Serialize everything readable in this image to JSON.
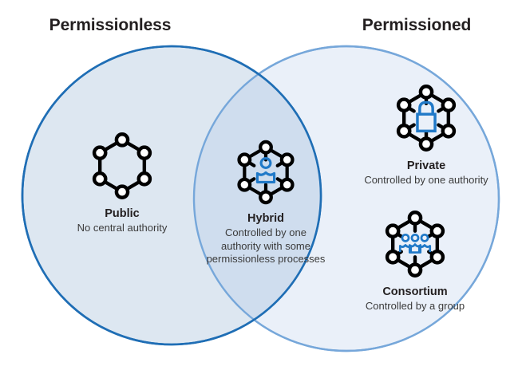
{
  "diagram": {
    "type": "venn",
    "title_left": "Permissionless",
    "title_right": "Permissioned",
    "colors": {
      "left_circle_fill": "#dce6f1",
      "left_circle_stroke": "#1f6eb5",
      "right_circle_fill": "#eaf0f9",
      "right_circle_stroke": "#76a7da",
      "overlap_fill": "#cfddee",
      "accent_blue": "#2079c8",
      "icon_black": "#000000",
      "text_color": "#231f20",
      "background": "#ffffff"
    },
    "items": [
      {
        "id": "public",
        "label": "Public",
        "description": "No central authority",
        "icon": "hexagon-nodes-icon",
        "region": "permissionless-only"
      },
      {
        "id": "hybrid",
        "label": "Hybrid",
        "description": "Controlled by one authority with some permissionless processes",
        "icon": "hexagon-nodes-person-icon",
        "region": "overlap"
      },
      {
        "id": "private",
        "label": "Private",
        "description": "Controlled by one authority",
        "icon": "hexagon-nodes-lock-icon",
        "region": "permissioned-only"
      },
      {
        "id": "consortium",
        "label": "Consortium",
        "description": "Controlled by a group",
        "icon": "hexagon-nodes-group-icon",
        "region": "permissioned-only"
      }
    ]
  }
}
